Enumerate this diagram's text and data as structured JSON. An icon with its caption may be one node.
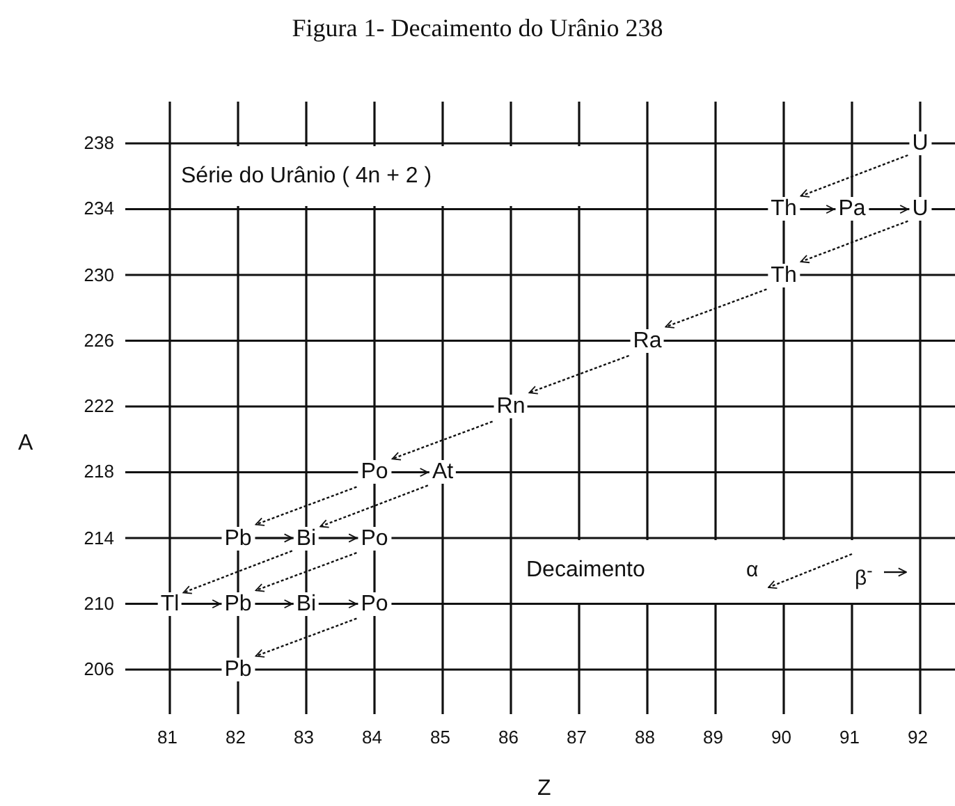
{
  "diagram": {
    "title": "Figura 1- Decaimento do Urânio 238",
    "nodes": [
      {
        "text": [
          "U"
        ]
      },
      {
        "text": [
          "Th"
        ]
      },
      {
        "text": [
          "Pa"
        ]
      },
      {
        "text": [
          "U"
        ]
      },
      {
        "text": [
          "Th"
        ]
      },
      {
        "text": [
          "Ra"
        ]
      },
      {
        "text": [
          "Rn"
        ]
      },
      {
        "text": [
          "Po"
        ]
      },
      {
        "text": [
          "At"
        ]
      },
      {
        "text": [
          "Pb"
        ]
      },
      {
        "text": [
          "Bi"
        ]
      },
      {
        "text": [
          "Po"
        ]
      },
      {
        "text": [
          "Tl"
        ]
      },
      {
        "text": [
          "Pb"
        ]
      },
      {
        "text": [
          "Bi"
        ]
      },
      {
        "text": [
          "Po"
        ]
      },
      {
        "text": [
          "Pb"
        ]
      }
    ],
    "edges": [
      {
        "from": 0,
        "to": 1,
        "arrow": "to",
        "style": "dashed"
      },
      {
        "from": 1,
        "to": 2,
        "arrow": "to"
      },
      {
        "from": 2,
        "to": 3,
        "arrow": "to"
      },
      {
        "from": 3,
        "to": 4,
        "arrow": "to",
        "style": "dashed"
      },
      {
        "from": 4,
        "to": 5,
        "arrow": "to",
        "style": "dashed"
      },
      {
        "from": 5,
        "to": 6,
        "arrow": "to",
        "style": "dashed"
      },
      {
        "from": 6,
        "to": 7,
        "arrow": "to",
        "style": "dashed"
      },
      {
        "from": 7,
        "to": 8,
        "arrow": "to"
      },
      {
        "from": 7,
        "to": 9,
        "arrow": "to",
        "style": "dashed"
      },
      {
        "from": 8,
        "to": 10,
        "arrow": "to",
        "style": "dashed"
      },
      {
        "from": 9,
        "to": 10,
        "arrow": "to"
      },
      {
        "from": 10,
        "to": 11,
        "arrow": "to"
      },
      {
        "from": 10,
        "to": 12,
        "arrow": "to",
        "style": "dashed"
      },
      {
        "from": 11,
        "to": 13,
        "arrow": "to",
        "style": "dashed"
      },
      {
        "from": 12,
        "to": 13,
        "arrow": "to"
      },
      {
        "from": 13,
        "to": 14,
        "arrow": "to"
      },
      {
        "from": 14,
        "to": 15,
        "arrow": "to"
      },
      {
        "from": 15,
        "to": 16,
        "arrow": "to",
        "style": "dashed"
      }
    ],
    "labels": [
      "Série do Urânio ( 4n + 2 )",
      "238",
      "234",
      "230",
      "226",
      "222",
      "218",
      "214",
      "210",
      "206",
      "A",
      "Decaimento",
      "81",
      "82",
      "83",
      "84",
      "85",
      "86",
      "87",
      "88",
      "89",
      "90",
      "91",
      "92",
      "Z"
    ],
    "legend": [
      {
        "text": "α"
      },
      {
        "text": "β$^{-}$"
      }
    ]
  }
}
